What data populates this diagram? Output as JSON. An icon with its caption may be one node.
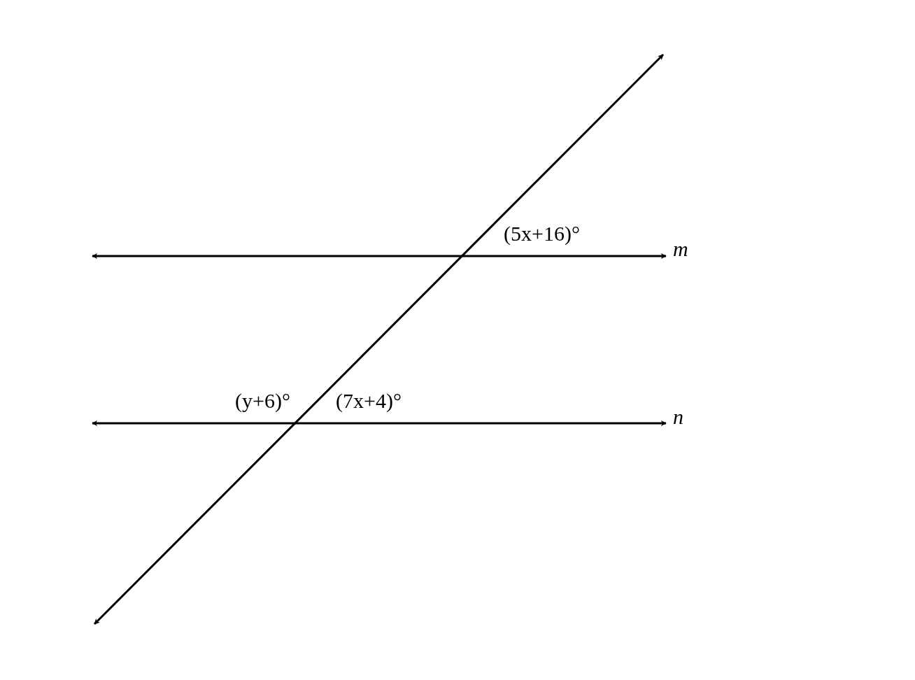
{
  "diagram": {
    "labels": [
      "(5x+16)°",
      "m",
      "(y+6)°",
      "(7x+4)°",
      "n"
    ]
  }
}
